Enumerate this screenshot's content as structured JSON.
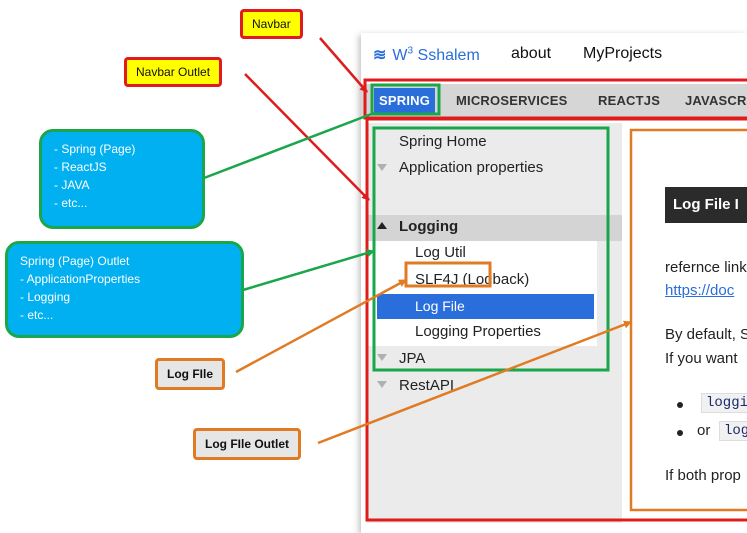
{
  "callouts": {
    "navbar": "Navbar",
    "navbar_outlet": "Navbar Outlet",
    "spring_list": [
      "- Spring (Page)",
      "- ReactJS",
      "- JAVA",
      "- etc..."
    ],
    "spring_outlet_title": "Spring (Page) Outlet",
    "spring_outlet_list": [
      "- ApplicationProperties",
      "- Logging",
      "- etc..."
    ],
    "log_file": "Log FIle",
    "log_file_outlet": "Log FIle Outlet"
  },
  "app": {
    "logo_text": "W",
    "logo_sup": "3",
    "logo_name": "Sshalem",
    "logo_icon": "stack-icon",
    "nav": [
      "about",
      "MyProjects"
    ]
  },
  "menu": [
    "SPRING",
    "MICROSERVICES",
    "REACTJS",
    "JAVASCR"
  ],
  "sidebar": {
    "items": [
      {
        "label": "Spring Home",
        "level": 0,
        "icon": ""
      },
      {
        "label": "Application properties",
        "level": 0,
        "icon": "triangle-down-icon"
      },
      {
        "label": "Logging",
        "level": 0,
        "icon": "triangle-up-icon",
        "expanded": true
      },
      {
        "label": "Log Util",
        "level": 1,
        "icon": ""
      },
      {
        "label": "SLF4J (Logback)",
        "level": 1,
        "icon": ""
      },
      {
        "label": "Log File",
        "level": 1,
        "icon": "",
        "selected": true
      },
      {
        "label": "Logging Properties",
        "level": 1,
        "icon": ""
      },
      {
        "label": "JPA",
        "level": 0,
        "icon": "triangle-down-icon"
      },
      {
        "label": "RestAPI",
        "level": 0,
        "icon": "triangle-down-icon"
      }
    ]
  },
  "content": {
    "title": "Log File I",
    "line1": "refernce link",
    "link": "https://doc",
    "line2": "By default, S",
    "line3": "If you want",
    "bullet1_code": "loggi",
    "bullet2_prefix": "or",
    "bullet2_code": "log",
    "line4": "If both prop"
  },
  "colors": {
    "accent_blue": "#2a6edb",
    "red": "#e01b1b",
    "green": "#1aa64b",
    "orange": "#e07b24",
    "callout_yellow": "#ffff00",
    "callout_blue": "#00b0f0",
    "callout_gray": "#e6e6e6"
  }
}
